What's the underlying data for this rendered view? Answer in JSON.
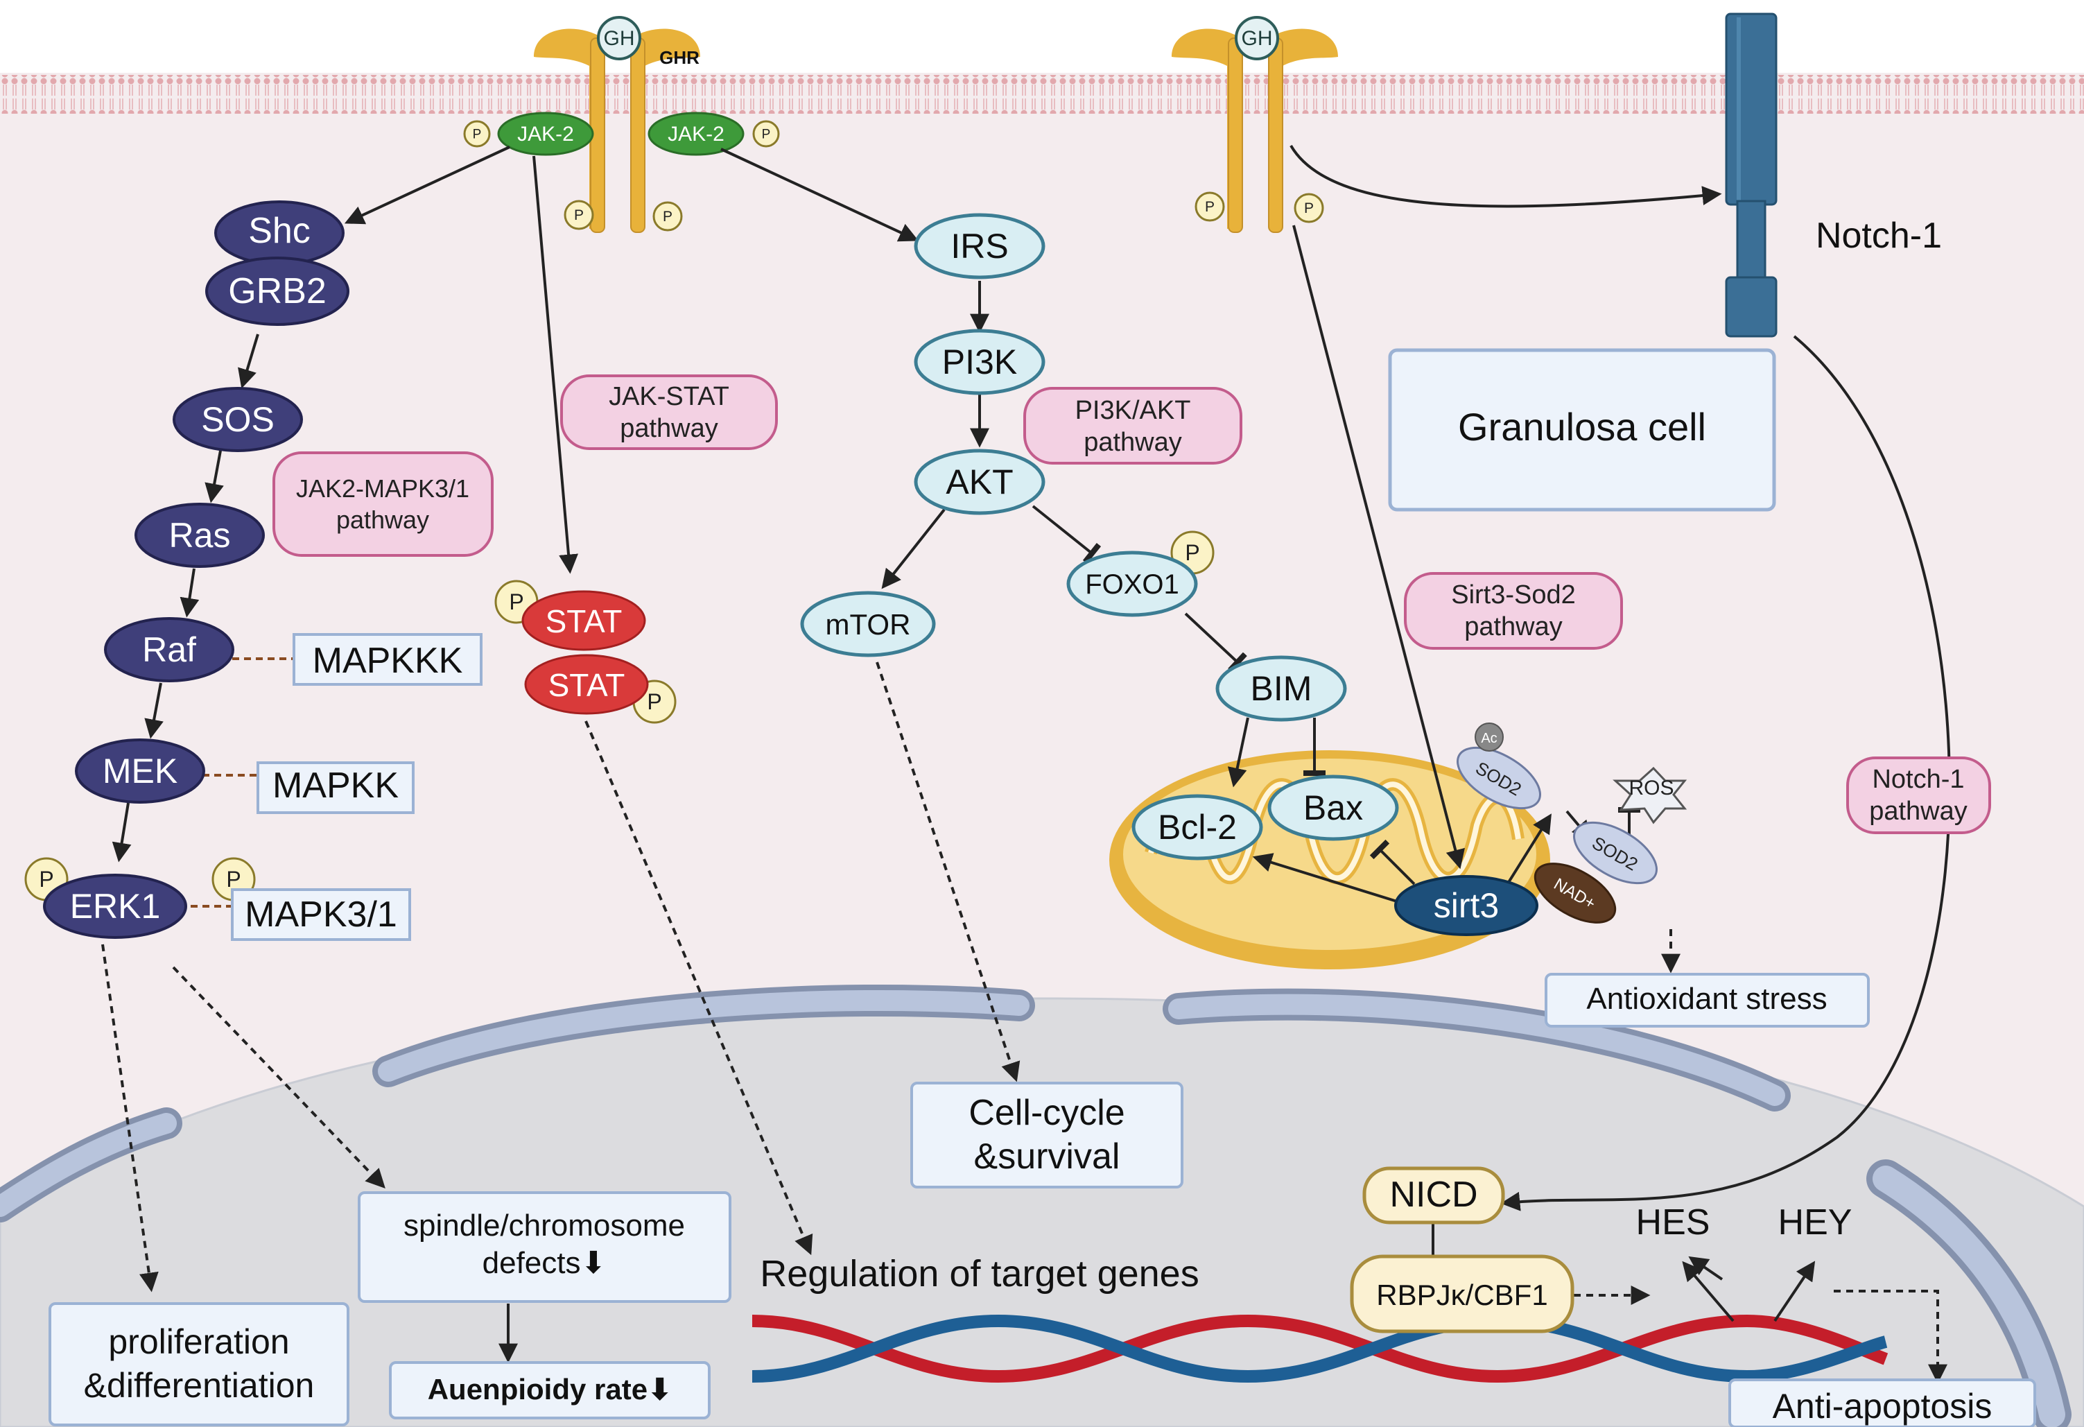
{
  "membrane": {
    "ghr_label": "GHR",
    "gh_label": "GH",
    "jak_left": "JAK-2",
    "jak_right": "JAK-2",
    "phospho": "P"
  },
  "pathway_labels": {
    "jak2_mapk": [
      "JAK2-MAPK3/1",
      "pathway"
    ],
    "jak_stat": [
      "JAK-STAT",
      "pathway"
    ],
    "pi3k_akt": [
      "PI3K/AKT",
      "pathway"
    ],
    "sirt3_sod2": [
      "Sirt3-Sod2",
      "pathway"
    ],
    "notch1": [
      "Notch-1",
      "pathway"
    ]
  },
  "mapk_chain": {
    "shc": "Shc",
    "grb2": "GRB2",
    "sos": "SOS",
    "ras": "Ras",
    "raf": "Raf",
    "mek": "MEK",
    "erk1": "ERK1",
    "mapkkk": "MAPKKK",
    "mapkk": "MAPKK",
    "mapk31": "MAPK3/1"
  },
  "stat": {
    "stat_top": "STAT",
    "stat_bottom": "STAT"
  },
  "pi3k_chain": {
    "irs": "IRS",
    "pi3k": "PI3K",
    "akt": "AKT",
    "mtor": "mTOR",
    "foxo1": "FOXO1",
    "bim": "BIM",
    "bcl2": "Bcl-2",
    "bax": "Bax"
  },
  "mito": {
    "sirt3": "sirt3",
    "sod2_ac": "SOD2",
    "sod2": "SOD2",
    "ac": "Ac",
    "ros": "ROS",
    "nad": "NAD+"
  },
  "notch": {
    "receptor_label": "Notch-1",
    "cell_label": "Granulosa cell",
    "nicd": "NICD",
    "rbpj": "RBPJκ/CBF1",
    "hes": "HES",
    "hey": "HEY"
  },
  "outcomes": {
    "antioxidant": "Antioxidant stress",
    "cell_cycle": [
      "Cell-cycle",
      "&survival"
    ],
    "spindle": [
      "spindle/chromosome",
      "defects⬇"
    ],
    "aneuploidy": "Auenpioidy rate⬇",
    "proliferation": [
      "proliferation",
      "&differentiation"
    ],
    "target_genes": "Regulation of target genes",
    "anti_apoptosis": "Anti-apoptosis"
  },
  "colors": {
    "background": "#f4ecee",
    "membrane": "#e6b9bd",
    "receptor": "#e8b23a",
    "jak": "#3e9a3a",
    "mapk_node": "#3f3f7a",
    "stat": "#d93a3a",
    "pi3k_node": "#d9eef3",
    "pi3k_stroke": "#3c7d93",
    "pathway_box": "#f3d1e3",
    "pathway_stroke": "#c35c8c",
    "outcome_box": "#edf3fb",
    "outcome_stroke": "#9bb2d4",
    "nucleus": "#dcdcdf",
    "er": "#a9b7d2",
    "mito": "#f2cf6c",
    "sirt3": "#1d4f7a",
    "notch": "#3b6f96",
    "nicd": "#fbf1d2",
    "nicd_stroke": "#a98d3d"
  }
}
